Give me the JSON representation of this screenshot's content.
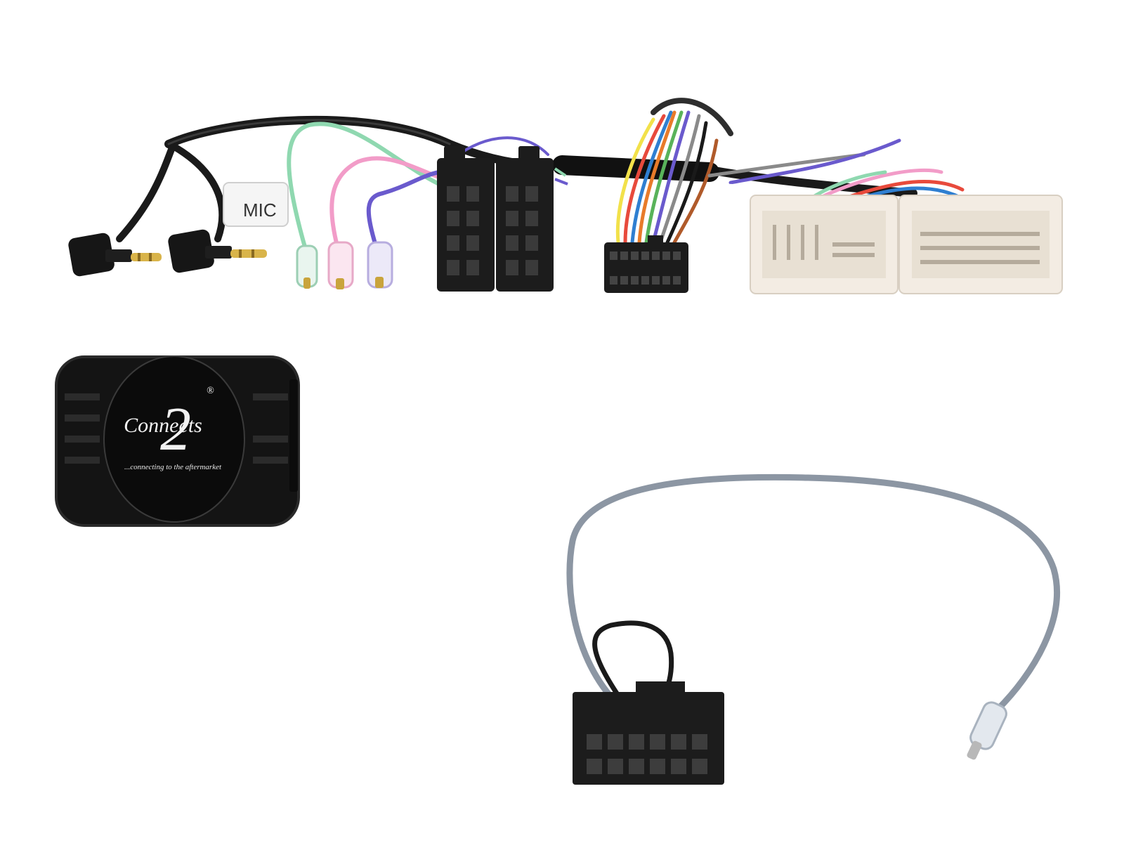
{
  "labels": {
    "mic_tag": "MIC"
  },
  "module": {
    "logo_text": "Connects",
    "logo_numeral": "2",
    "registered_mark": "®",
    "tagline": "...connecting to the aftermarket"
  },
  "colors": {
    "cable_black": "#1a1a1a",
    "connector_black": "#1c1c1c",
    "connector_white": "#f3ece3",
    "wire_green": "#8fd8b0",
    "wire_pink": "#f29cc8",
    "wire_violet": "#6a5acd",
    "patch_grey": "#8c96a3"
  }
}
